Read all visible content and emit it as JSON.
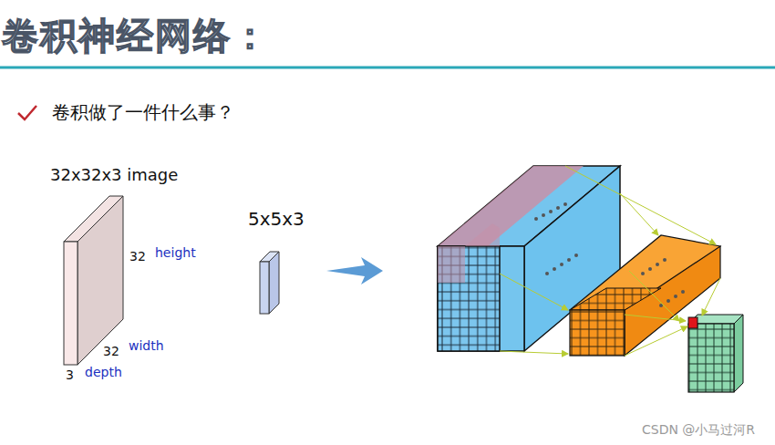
{
  "diagram": {
    "title": "卷积神经网络：",
    "labels": [
      "卷积做了一件什么事？",
      "32x32x3 image",
      "5x5x3",
      "32",
      "height",
      "32",
      "width",
      "3",
      "depth",
      "CSDN @小马过河R"
    ]
  }
}
